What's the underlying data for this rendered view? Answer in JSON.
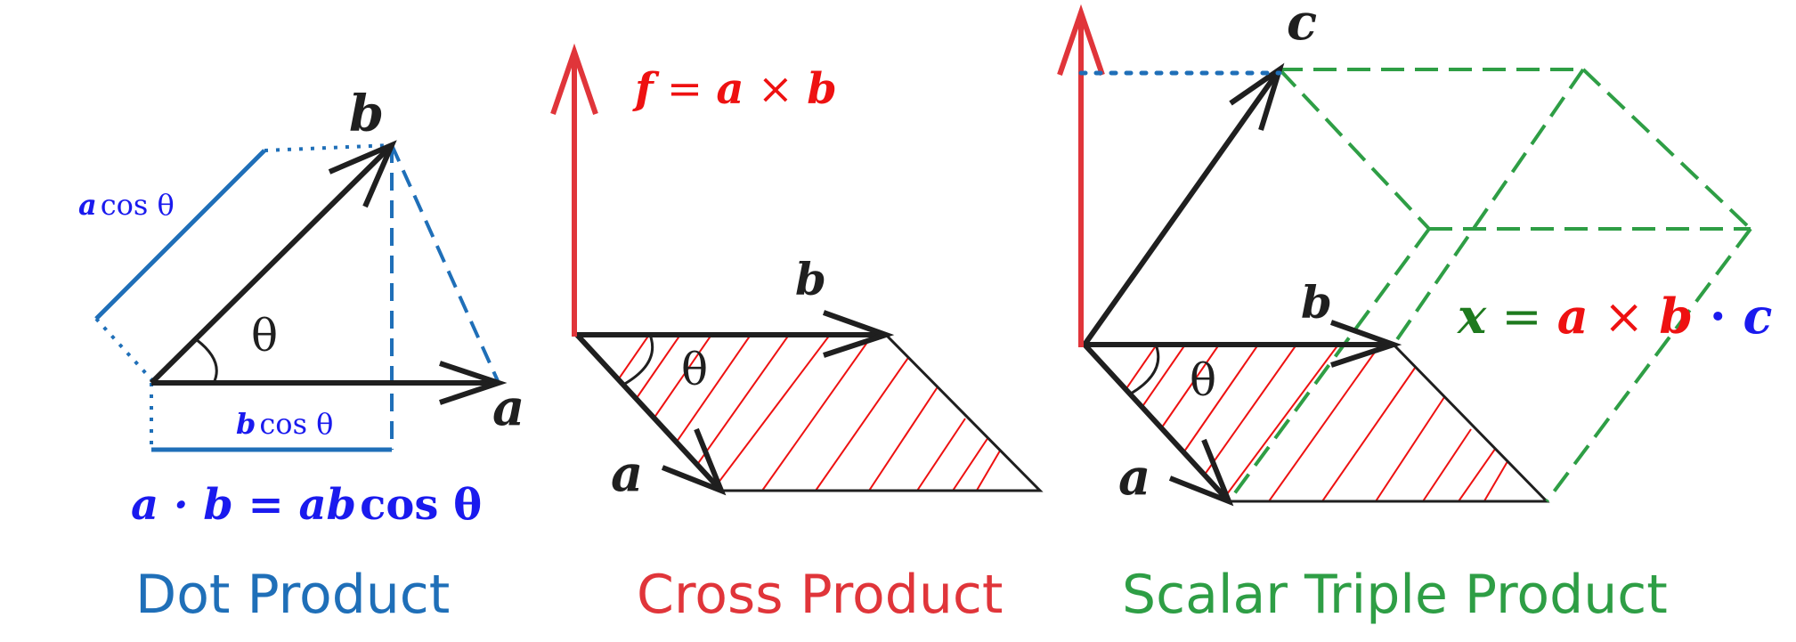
{
  "colors": {
    "black": "#1f1f1f",
    "dot_blue": "#1f6fb8",
    "label_blue": "#1a1aee",
    "red": "#e0353a",
    "label_red": "#ee1111",
    "green": "#2e9e45",
    "label_green": "#1e7a1e"
  },
  "dot_panel": {
    "caption": "Dot Product",
    "vec_a": "a",
    "vec_b": "b",
    "theta": "θ",
    "proj_a_bold": "a",
    "proj_a_rest": "cos θ",
    "proj_b_bold": "b",
    "proj_b_rest": "cos θ",
    "formula_lhs": "a · b",
    "formula_eq": " = ",
    "formula_rhs_bold": "ab",
    "formula_rhs_rest": "cos θ"
  },
  "cross_panel": {
    "caption": "Cross Product",
    "vec_a": "a",
    "vec_b": "b",
    "theta": "θ",
    "formula_f": "f",
    "formula_eq": " = ",
    "formula_a": "a",
    "formula_times": " × ",
    "formula_b": "b"
  },
  "triple_panel": {
    "caption": "Scalar Triple Product",
    "vec_a": "a",
    "vec_b": "b",
    "vec_c": "c",
    "theta": "θ",
    "formula_x": "x",
    "formula_eq": " = ",
    "formula_a": "a",
    "formula_times": " × ",
    "formula_b": "b",
    "formula_dot": " · ",
    "formula_c": "c"
  }
}
